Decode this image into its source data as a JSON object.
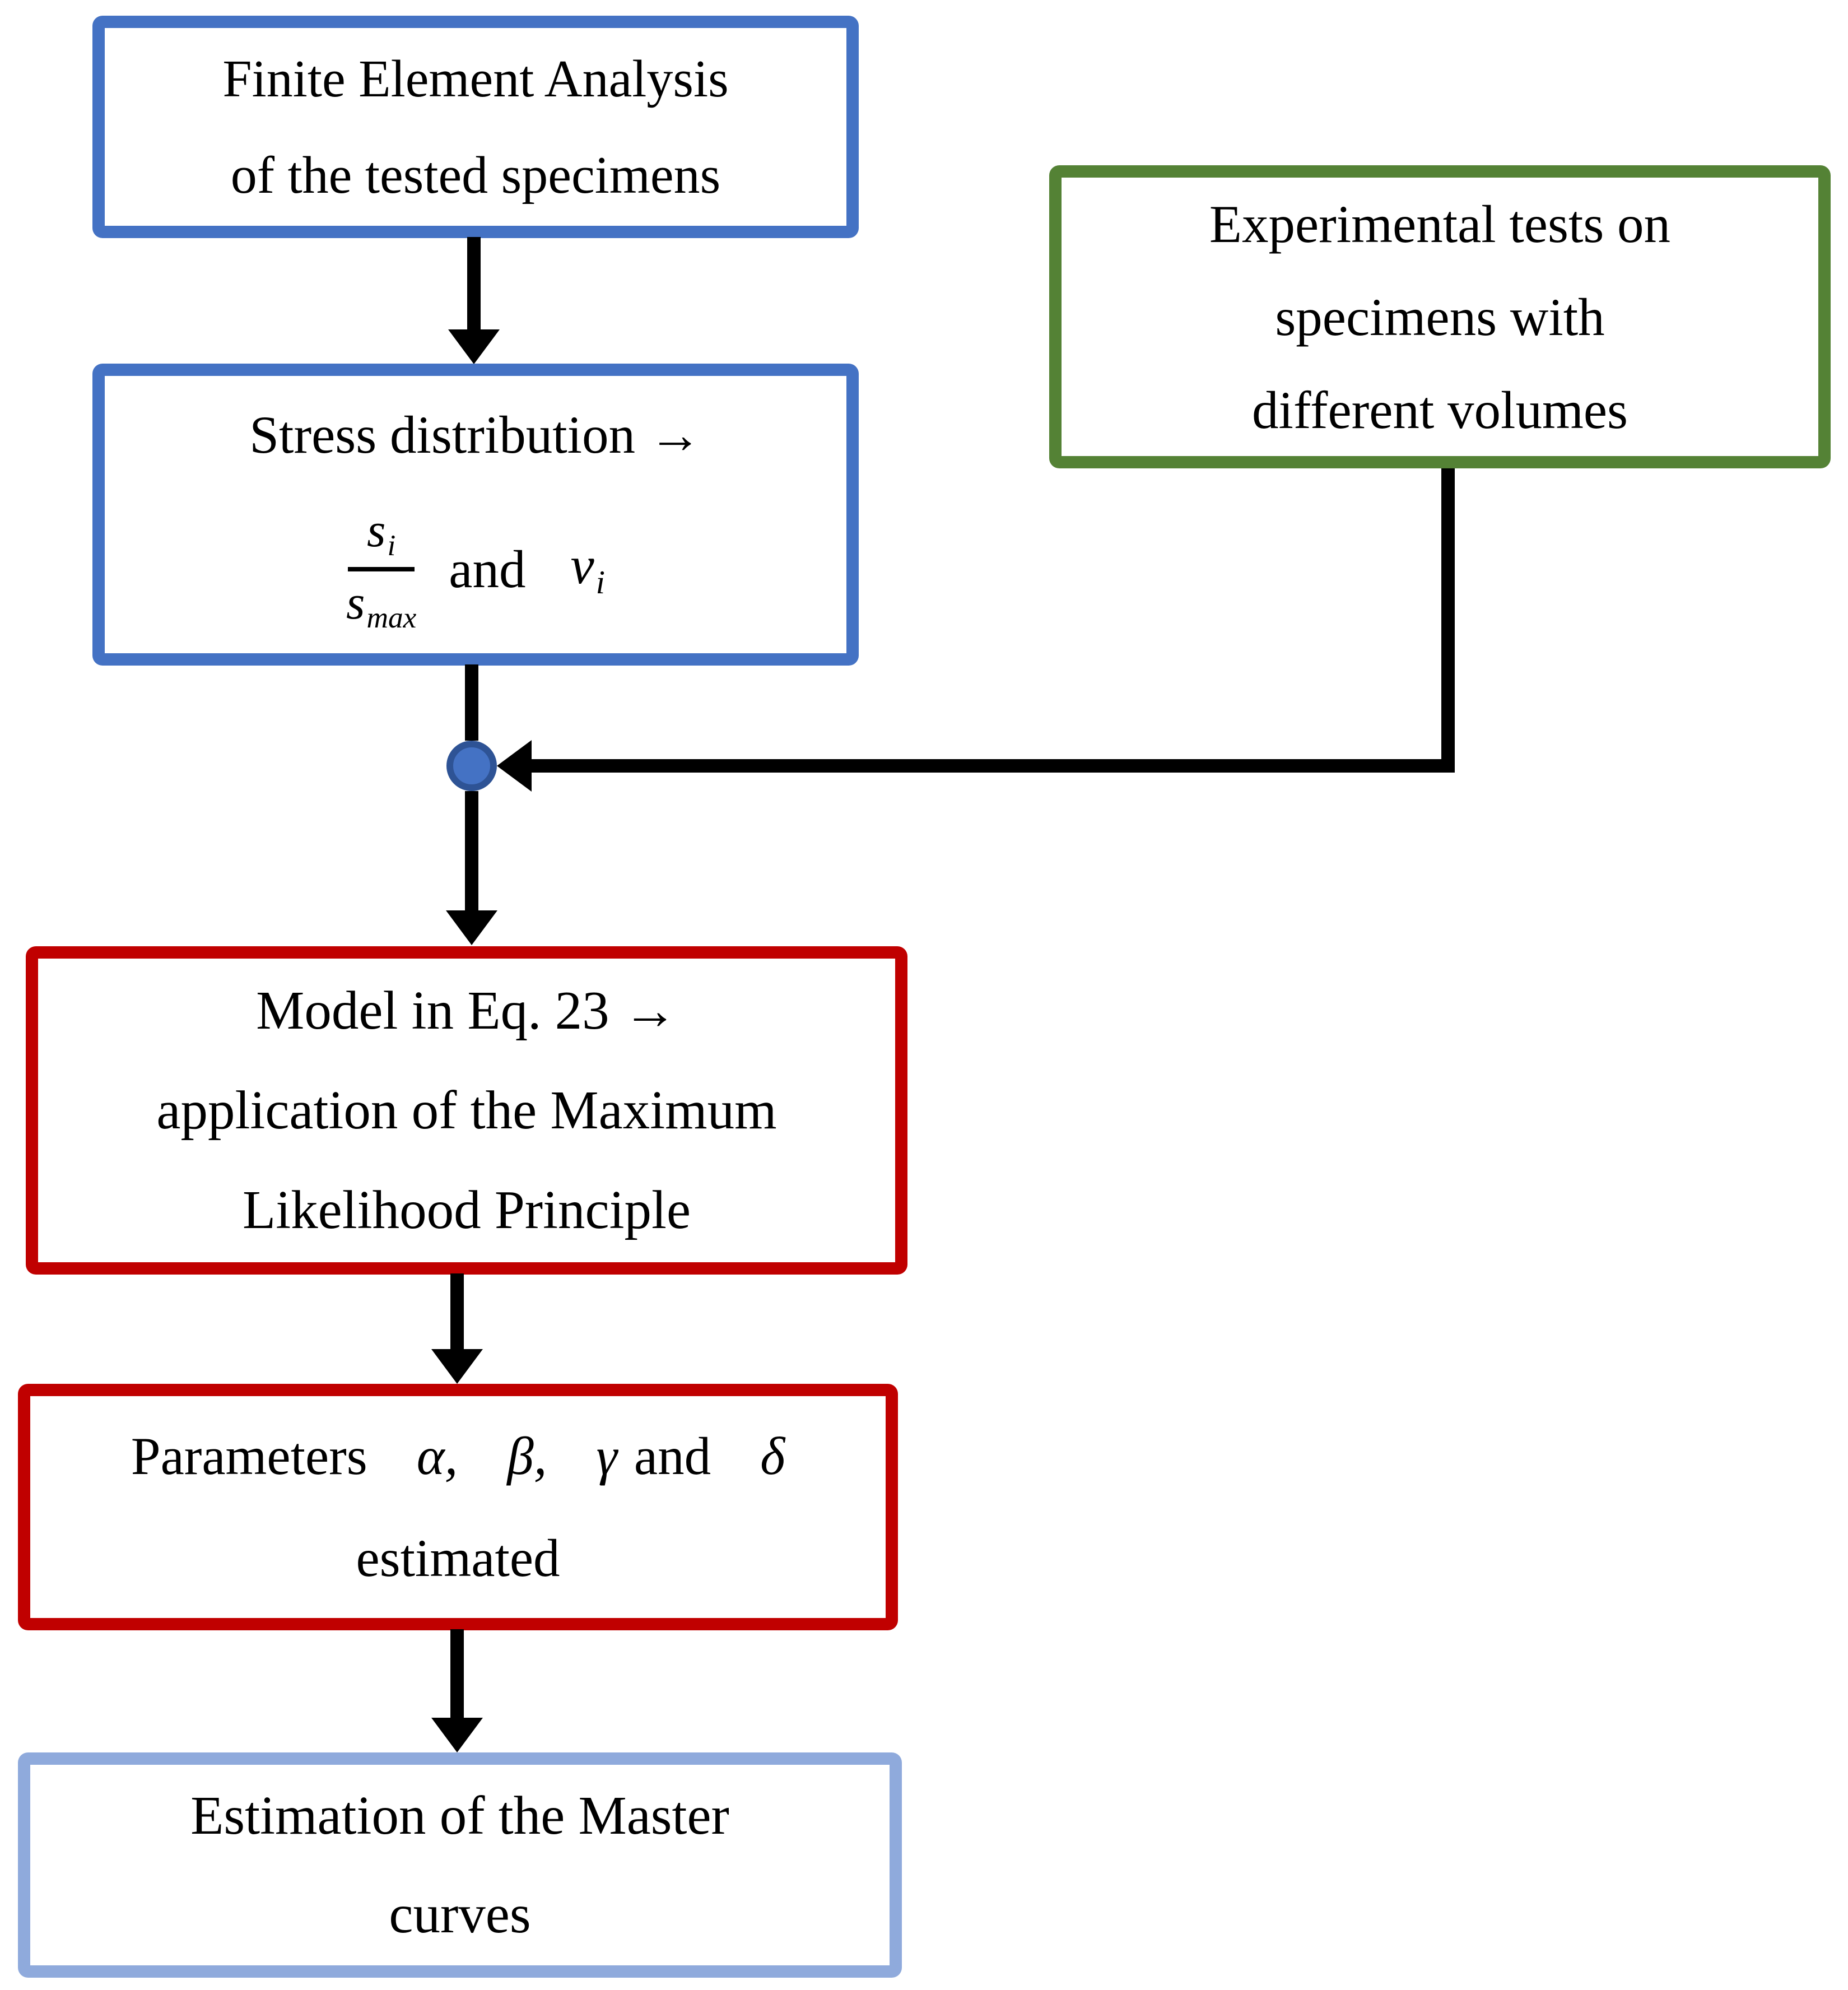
{
  "colors": {
    "blue": "#4472C4",
    "green": "#548235",
    "red": "#C00000",
    "lightblue": "#8FAADC",
    "junction_stroke": "#2E5395",
    "arrow": "#000000"
  },
  "nodes": {
    "fea": {
      "lines": [
        "Finite Element Analysis",
        "of the tested specimens"
      ]
    },
    "stress": {
      "title": "Stress distribution →",
      "frac": {
        "num_base": "s",
        "num_sub": "i",
        "den_base": "s",
        "den_sub": "max"
      },
      "and_word": "and",
      "var_base": "v",
      "var_sub": "i"
    },
    "experimental": {
      "lines": [
        "Experimental tests on",
        "specimens with",
        "different volumes"
      ]
    },
    "model": {
      "lines": [
        "Model in Eq. 23 →",
        "application of the Maximum",
        "Likelihood Principle"
      ]
    },
    "parameters": {
      "prefix": "Parameters",
      "terms": [
        "α,",
        "β,",
        "γ"
      ],
      "and_word": "and",
      "last": "δ",
      "line2": "estimated"
    },
    "master": {
      "lines": [
        "Estimation of the Master",
        "curves"
      ]
    }
  }
}
